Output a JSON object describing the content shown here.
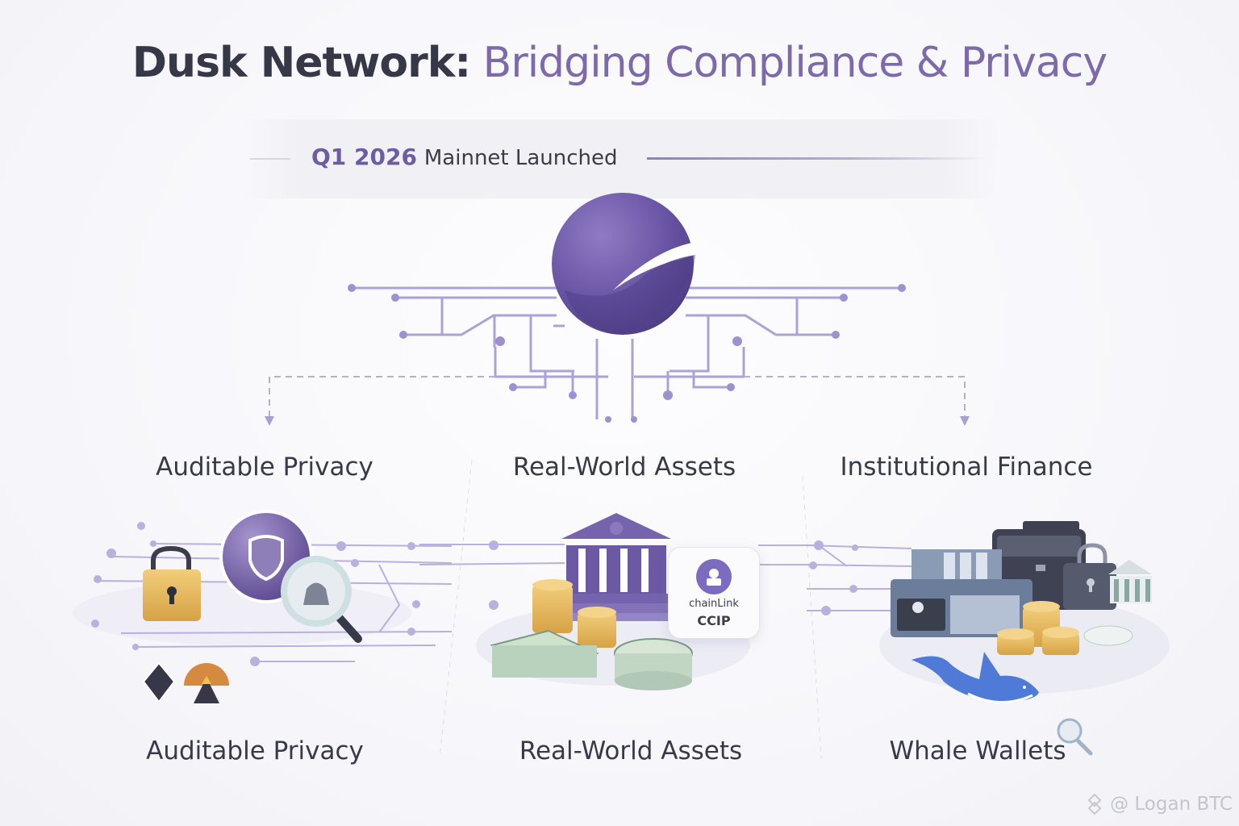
{
  "header": {
    "title_strong": "Dusk Network:",
    "title_soft": "Bridging Compliance & Privacy"
  },
  "milestone": {
    "quarter": "Q1 2026",
    "text": "Mainnet Launched"
  },
  "hub": {
    "icon": "dusk-logo-sphere-icon",
    "color": "#6e58a8"
  },
  "pillars": [
    {
      "heading": "Auditable Privacy",
      "caption": "Auditable Privacy",
      "icons": [
        "padlock-icon",
        "shield-orb-icon",
        "magnifier-icon",
        "diamond-token-icon",
        "mountain-token-icon"
      ]
    },
    {
      "heading": "Real-World Assets",
      "caption": "Real-World Assets",
      "icons": [
        "bank-building-icon",
        "coin-stack-icon",
        "cash-stack-icon"
      ],
      "partner_card": {
        "name": "chainLink",
        "protocol": "CCIP",
        "icon": "chainlink-user-badge-icon"
      }
    },
    {
      "heading": "Institutional Finance",
      "caption": "Whale Wallets",
      "icons": [
        "wallet-icon",
        "briefcase-icon",
        "padlock-icon",
        "bank-building-icon",
        "coin-stack-icon",
        "whale-icon",
        "magnifier-icon"
      ]
    }
  ],
  "watermark": {
    "icon": "binance-logo-icon",
    "text": "@ Logan BTC"
  },
  "colors": {
    "accent": "#7d6aaa",
    "circuit": "#a89fd4",
    "heading": "#383a4a",
    "gold": "#e4b45a",
    "whale": "#4f7ad8"
  }
}
